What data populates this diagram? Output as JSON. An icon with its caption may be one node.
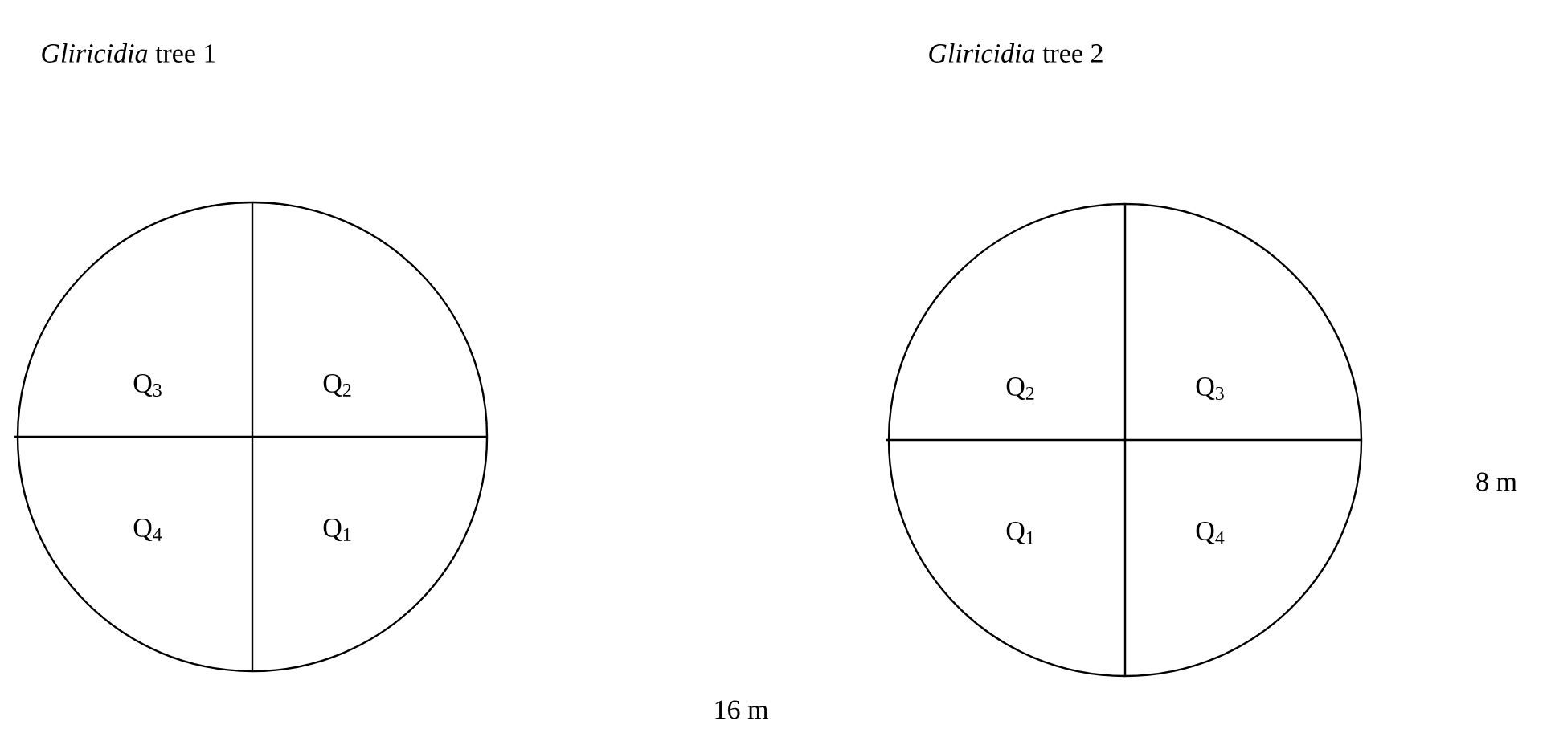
{
  "diagram": {
    "nodes": [
      {
        "text": [],
        "shape": "circle"
      },
      {
        "text": [
          "Q$_{3}$"
        ],
        "in": 0
      },
      {
        "text": [
          "Q$_{2}$"
        ],
        "in": 0
      },
      {
        "text": [
          "Q$_{4}$"
        ],
        "in": 0
      },
      {
        "text": [
          "Q$_{1}$"
        ],
        "in": 0
      },
      {
        "text": [],
        "shape": "circle"
      },
      {
        "text": [
          "Q$_{2}$"
        ],
        "in": 5
      },
      {
        "text": [
          "Q$_{3}$"
        ],
        "in": 5
      },
      {
        "text": [
          "Q$_{1}$"
        ],
        "in": 5
      },
      {
        "text": [
          "Q$_{4}$"
        ],
        "in": 5
      }
    ],
    "labels": [
      "*Gliricidia* tree 1",
      "*Gliricidia* tree 2",
      "8 m",
      "16 m"
    ]
  }
}
